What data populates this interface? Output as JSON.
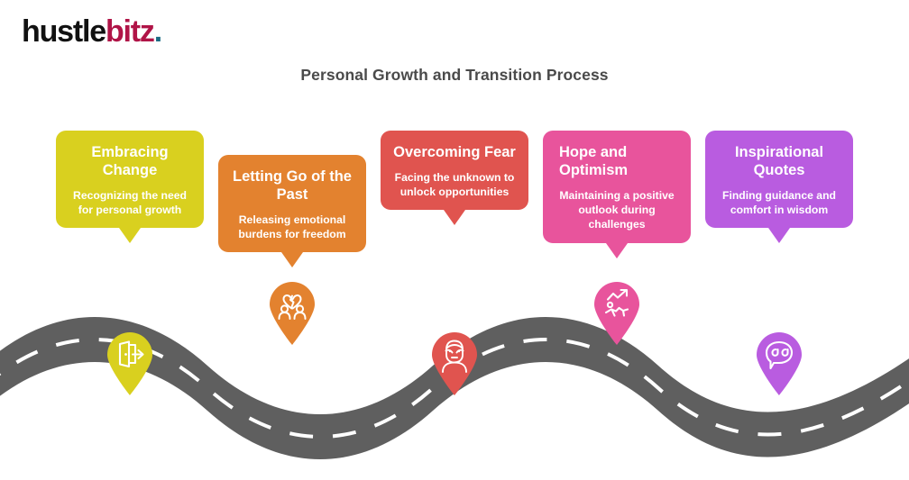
{
  "brand": {
    "logo_part_a": "hustle",
    "logo_part_b": "bitz",
    "logo_dot": ".",
    "logo_color_a": "#111111",
    "logo_color_b": "#b01447",
    "logo_color_dot": "#1b6b84"
  },
  "header": {
    "title": "Personal Growth and Transition Process",
    "title_color": "#4a4a4a"
  },
  "road": {
    "color": "#5f5f5f",
    "lane_dash_color": "#ffffff",
    "icon_name": "winding-road"
  },
  "steps": [
    {
      "title": "Embracing Change",
      "description": "Recognizing the need for personal growth",
      "color": "#d9d01f",
      "icon_name": "exit-door-icon"
    },
    {
      "title": "Letting Go of the Past",
      "description": "Releasing emotional burdens for freedom",
      "color": "#e3822f",
      "icon_name": "broken-heart-people-icon"
    },
    {
      "title": "Overcoming Fear",
      "description": "Facing the unknown to unlock opportunities",
      "color": "#e0544f",
      "icon_name": "masked-person-icon"
    },
    {
      "title": "Hope and Optimism",
      "description": "Maintaining a positive outlook during challenges",
      "color": "#e8549c",
      "icon_name": "running-growth-arrow-icon"
    },
    {
      "title": "Inspirational Quotes",
      "description": "Finding guidance and comfort in wisdom",
      "color": "#b95ce0",
      "icon_name": "quote-bubble-icon"
    }
  ]
}
